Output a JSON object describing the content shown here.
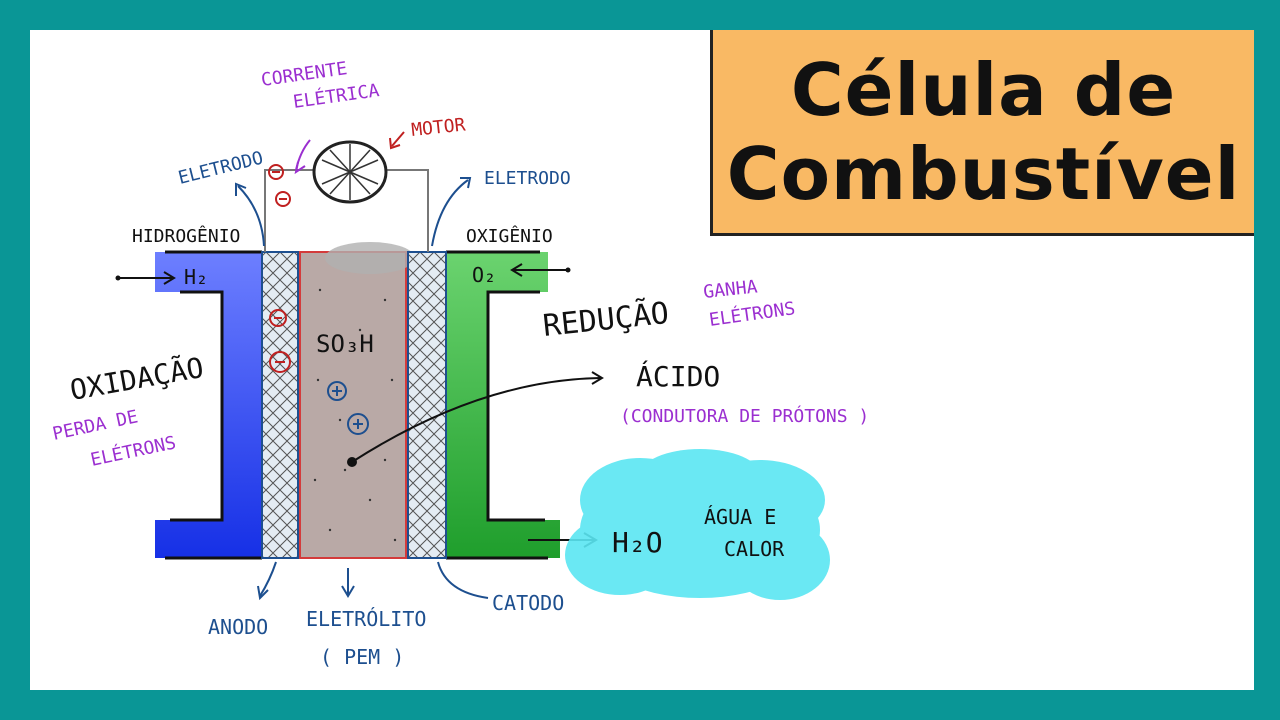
{
  "title": {
    "line1": "Célula de",
    "line2": "Combustível"
  },
  "labels": {
    "corrente_line1": "CORRENTE",
    "corrente_line2": "ELÉTRICA",
    "motor": "MOTOR",
    "eletrodo_left": "ELETRODO",
    "eletrodo_right": "ELETRODO",
    "hidrogenio": "HIDROGÊNIO",
    "oxigenio": "OXIGÊNIO",
    "h2": "H₂",
    "o2": "O₂",
    "so3h": "SO₃H",
    "reducao": "REDUÇÃO",
    "ganha_line1": "GANHA",
    "ganha_line2": "ELÉTRONS",
    "oxidacao": "OXIDAÇÃO",
    "perda_line1": "PERDA DE",
    "perda_line2": "ELÉTRONS",
    "acido": "ÁCIDO",
    "condutora": "(CONDUTORA DE PRÓTONS )",
    "h2o": "H₂O",
    "agua_line1": "ÁGUA E",
    "agua_line2": "CALOR",
    "anodo": "ANODO",
    "eletrolito_line1": "ELETRÓLITO",
    "eletrolito_line2": "( PEM )",
    "catodo": "CATODO",
    "minus": "−",
    "plus": "+"
  },
  "colors": {
    "border": "#0a9696",
    "title_bg": "#f9b964",
    "hydrogen": "#2a3ee0",
    "oxygen": "#2eb84a",
    "electrolyte": "#b9a9a6",
    "electrode": "#dde6ee",
    "cloud": "#5ae6f2",
    "purple_text": "#9b2fd0",
    "blue_text": "#1d4f8f",
    "red_text": "#c02020"
  }
}
